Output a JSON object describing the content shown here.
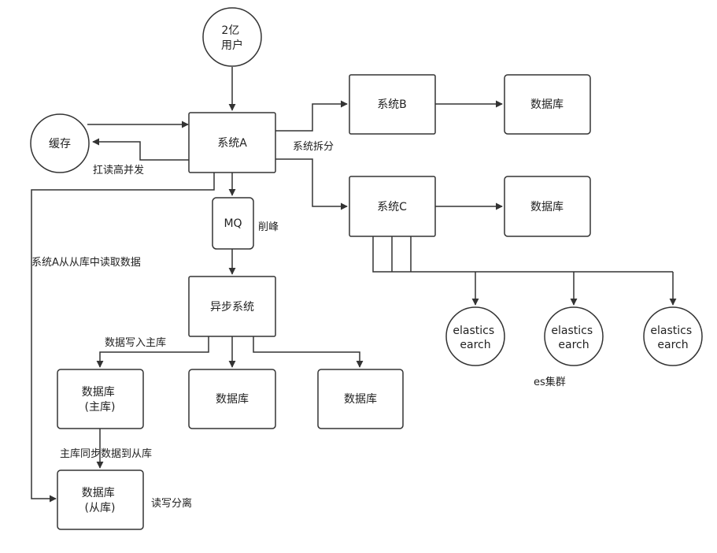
{
  "nodes": {
    "users": [
      "2亿",
      "用户"
    ],
    "cache": [
      "缓存"
    ],
    "system_a": [
      "系统A"
    ],
    "system_b": [
      "系统B"
    ],
    "system_c": [
      "系统C"
    ],
    "db_b": [
      "数据库"
    ],
    "db_c": [
      "数据库"
    ],
    "mq": [
      "MQ"
    ],
    "async_system": [
      "异步系统"
    ],
    "db_master": [
      "数据库",
      "(主库)"
    ],
    "db_mid": [
      "数据库"
    ],
    "db_right": [
      "数据库"
    ],
    "db_slave": [
      "数据库",
      "(从库)"
    ],
    "es_1": [
      "elastics",
      "earch"
    ],
    "es_2": [
      "elastics",
      "earch"
    ],
    "es_3": [
      "elastics",
      "earch"
    ]
  },
  "labels": {
    "cache_read": "扛读高并发",
    "split": "系统拆分",
    "peak": "削峰",
    "read_slave": "系统A从从库中读取数据",
    "write_master": "数据写入主库",
    "sync": "主库同步数据到从库",
    "rw_split": "读写分离",
    "es_cluster": "es集群"
  },
  "colors": {
    "stroke": "#333333",
    "fill": "#ffffff",
    "text": "#222222"
  }
}
